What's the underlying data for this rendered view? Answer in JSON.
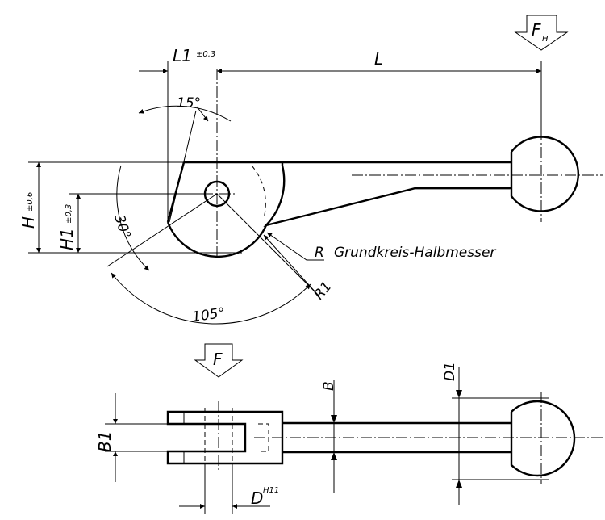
{
  "labels": {
    "L1": "L1",
    "L1_tol": "±0,3",
    "L": "L",
    "FH": "F",
    "FH_sub": "H",
    "F": "F",
    "angle15": "15°",
    "angle30": "30°",
    "angle105": "105°",
    "H": "H",
    "H_tol": "±0,6",
    "H1": "H1",
    "H1_tol": "±0,3",
    "R": "R",
    "R_desc": "Grundkreis-Halbmesser",
    "R1": "R1",
    "B": "B",
    "B1": "B1",
    "D1": "D1",
    "D": "D",
    "D_tol": "H11"
  }
}
